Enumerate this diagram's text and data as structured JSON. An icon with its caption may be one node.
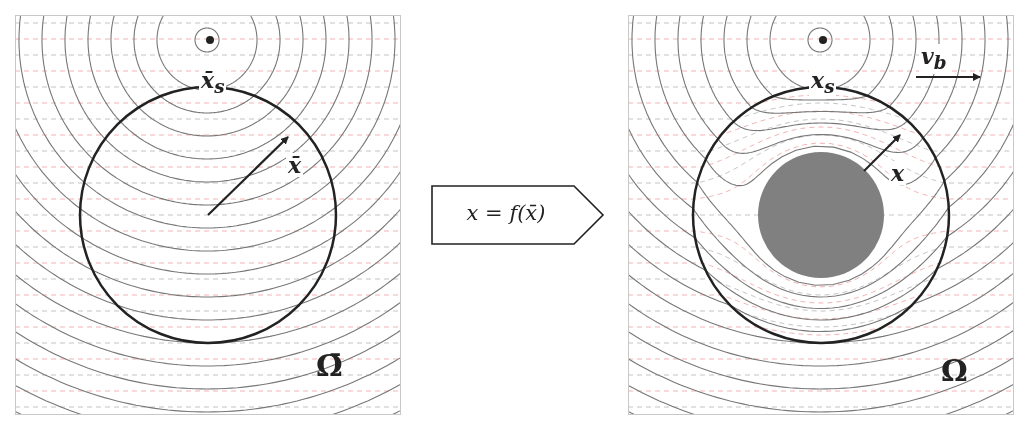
{
  "diagram": {
    "nodes": [
      {
        "text": [
          "Ω̄"
        ]
      },
      {
        "text": [
          "x = f(x̄)"
        ]
      },
      {
        "text": [
          "Ω"
        ]
      }
    ],
    "labels": [
      "x̄$_{s}$",
      "x̄",
      "x$_{s}$",
      "v$_{b}$",
      "x"
    ]
  }
}
